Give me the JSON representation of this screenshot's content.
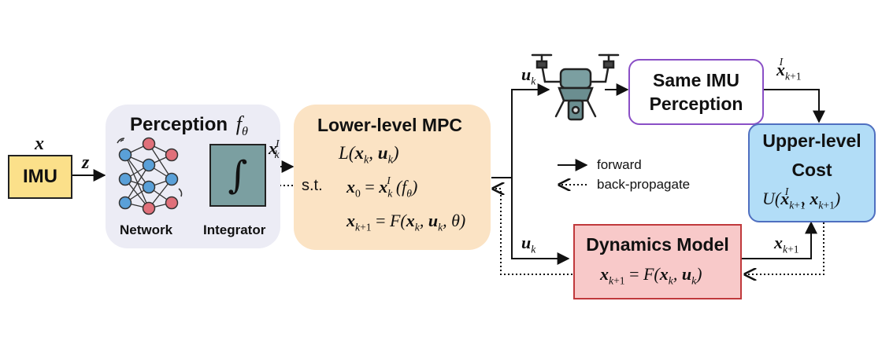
{
  "imu": {
    "label": "IMU",
    "input_var": "x",
    "output_var": "z"
  },
  "perception": {
    "title": "Perception",
    "network_label": "Network",
    "integrator_label": "Integrator",
    "integral_symbol": "∫"
  },
  "mpc": {
    "title": "Lower-level MPC",
    "st_label": "s.t."
  },
  "same_perception": {
    "line1": "Same IMU",
    "line2": "Perception"
  },
  "upper_cost": {
    "line1": "Upper-level",
    "line2": "Cost"
  },
  "dynamics": {
    "title": "Dynamics Model"
  },
  "legend": {
    "forward": "forward",
    "backprop": "back-propagate"
  },
  "colors": {
    "imu_fill": "#fbe08a",
    "imu_border": "#222222",
    "perception_bg": "#ececf5",
    "integrator_fill": "#7b9fa1",
    "node_blue": "#5aa0d8",
    "node_red": "#e0707a",
    "mpc_fill": "#fbe3c4",
    "same_border": "#8a4fc6",
    "upper_fill": "#b2ddf7",
    "upper_border": "#4f6fc0",
    "dyn_fill": "#f8c9c9",
    "dyn_border": "#c0393c"
  }
}
